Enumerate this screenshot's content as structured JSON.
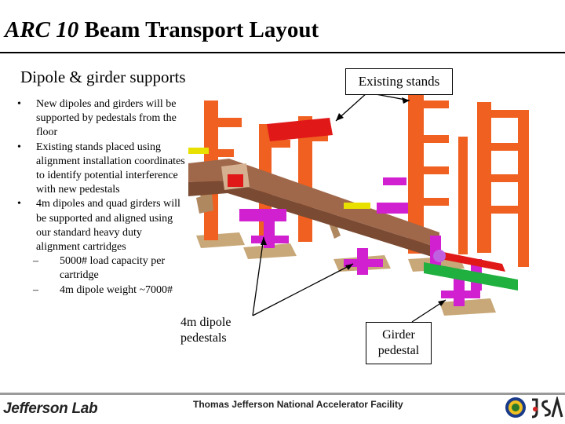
{
  "slide": {
    "title_italic": "ARC 10",
    "title_rest": " Beam Transport Layout",
    "subtitle": "Dipole & girder supports",
    "bullets": [
      "New dipoles and girders will be supported by pedestals from the floor",
      "Existing stands placed using alignment installation coordinates to identify potential interference with new pedestals",
      "4m dipoles and quad girders will be supported and aligned using our standard heavy duty alignment cartridges"
    ],
    "sub_bullets": [
      "5000# load capacity per cartridge",
      "4m dipole weight ~7000#"
    ],
    "bullet_marker": "•",
    "sub_marker": "–",
    "callouts": {
      "existing_stands": "Existing stands",
      "dipole_pedestals": "4m dipole pedestals",
      "girder_pedestal": "Girder pedestal"
    }
  },
  "footer": {
    "lab_name": "Jefferson Lab",
    "facility": "Thomas Jefferson National Accelerator Facility"
  },
  "colors": {
    "stand_orange": "#f06020",
    "beam_brown": "#a0684a",
    "pedestal_magenta": "#d020d0",
    "red_bar": "#e01818",
    "girder_green": "#20b040",
    "yellow_plate": "#e8e000"
  },
  "icons": {
    "doe_seal": "doe-seal-icon",
    "jsa_logo": "jsa-logo-icon"
  }
}
